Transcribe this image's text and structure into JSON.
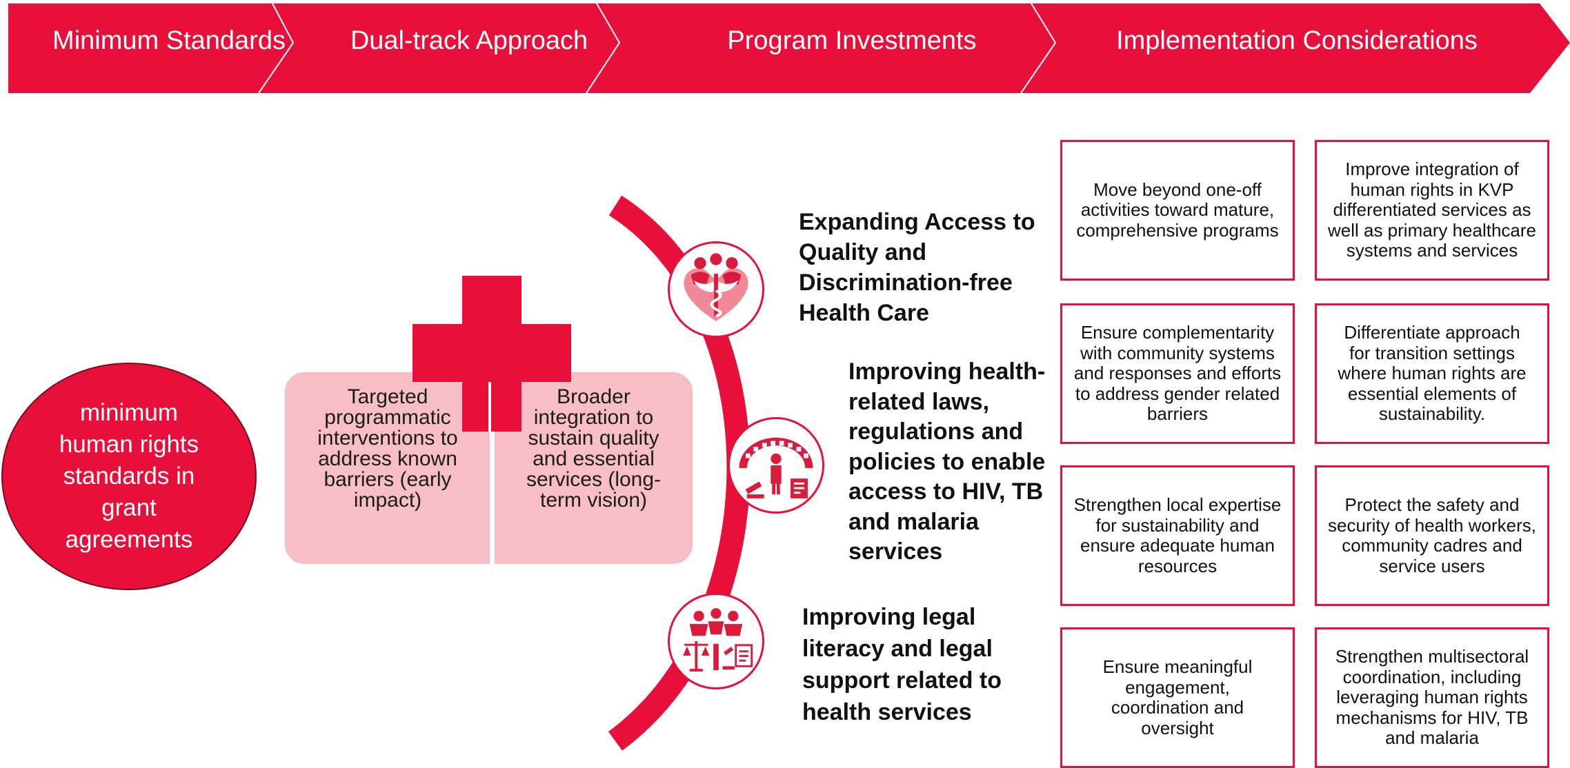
{
  "header": {
    "steps": [
      "Minimum Standards",
      "Dual-track Approach",
      "Program Investments",
      "Implementation Considerations"
    ]
  },
  "minimum_standards": {
    "text": "minimum human rights standards in grant agreements"
  },
  "dual_track": {
    "left": "Targeted programmatic interventions to address known barriers (early impact)",
    "right": "Broader integration to sustain quality and essential services (long-term vision)"
  },
  "program_investments": [
    {
      "label": "Expanding Access to Quality and Discrimination-free Health Care",
      "icon": "caduceus-heart-icon"
    },
    {
      "label": "Improving health-related laws, regulations and policies to enable access to HIV, TB and malaria services",
      "icon": "court-law-icon"
    },
    {
      "label": "Improving legal literacy and legal support related to health services",
      "icon": "legal-support-icon"
    }
  ],
  "implementation_considerations": [
    "Move beyond one-off activities toward mature, comprehensive programs",
    "Improve integration of human rights in KVP differentiated services as well as primary healthcare systems and services",
    "Ensure complementarity with community systems and responses and efforts to address gender related barriers",
    "Differentiate approach for transition settings where human rights are essential elements of sustainability.",
    "Strengthen local expertise for sustainability and ensure adequate human resources",
    "Protect the safety and security of health workers, community cadres and service users",
    "Ensure meaningful engagement, coordination and oversight",
    "Strengthen multisectoral coordination, including leveraging human rights mechanisms for HIV, TB and malaria"
  ],
  "colors": {
    "accent": "#e8103a",
    "light_pink": "#f8bec6",
    "icon_pink": "#f08a98"
  }
}
